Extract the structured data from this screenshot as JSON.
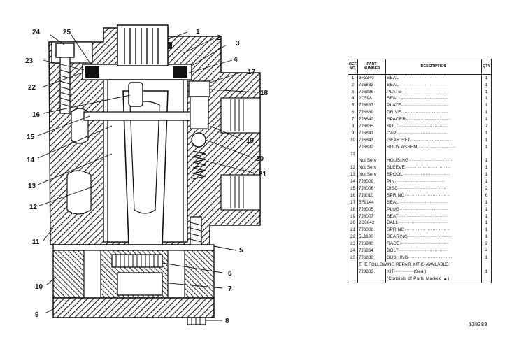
{
  "callouts": [
    "1",
    "2",
    "3",
    "4",
    "5",
    "6",
    "7",
    "8",
    "9",
    "10",
    "11",
    "12",
    "13",
    "14",
    "15",
    "16",
    "17",
    "18",
    "19",
    "20",
    "21",
    "22",
    "23",
    "24",
    "25"
  ],
  "table": {
    "headers": {
      "ref": "REF. NO.",
      "part": "PART NUMBER",
      "description": "DESCRIPTION",
      "qty": "QTY"
    },
    "rows": [
      {
        "ref": "1",
        "part": "8F3340",
        "desc": "SEAL",
        "qty": "1",
        "mark": "▲"
      },
      {
        "ref": "2",
        "part": "7J6833",
        "desc": "SEAL",
        "qty": "1",
        "mark": "▲"
      },
      {
        "ref": "3",
        "part": "7J6836",
        "desc": "PLATE",
        "qty": "1",
        "mark": ""
      },
      {
        "ref": "4",
        "part": "2D598",
        "desc": "SEAL",
        "qty": "1",
        "mark": "▲"
      },
      {
        "ref": "5",
        "part": "7J6837",
        "desc": "PLATE",
        "qty": "1",
        "mark": ""
      },
      {
        "ref": "6",
        "part": "7J6839",
        "desc": "DRIVE",
        "qty": "1",
        "mark": ""
      },
      {
        "ref": "7",
        "part": "7J6842",
        "desc": "SPACER",
        "qty": "1",
        "mark": ""
      },
      {
        "ref": "8",
        "part": "7J6835",
        "desc": "BOLT",
        "qty": "7",
        "mark": ""
      },
      {
        "ref": "9",
        "part": "7J6841",
        "desc": "CAP",
        "qty": "1",
        "mark": ""
      },
      {
        "ref": "10",
        "part": "7J6843",
        "desc": "GEAR SET",
        "qty": "1",
        "mark": ""
      },
      {
        "ref": "",
        "part": "7J6832",
        "desc": "BODY ASSEM.",
        "qty": "1",
        "mark": ""
      },
      {
        "ref": "11",
        "part": "",
        "desc": "",
        "qty": "",
        "mark": ""
      },
      {
        "ref": "",
        "part": "Not Serv",
        "desc": "HOUSING",
        "qty": "1",
        "mark": ""
      },
      {
        "ref": "12",
        "part": "Not Serv",
        "desc": "SLEEVE",
        "qty": "1",
        "mark": ""
      },
      {
        "ref": "13",
        "part": "Not Serv",
        "desc": "SPOOL",
        "qty": "1",
        "mark": ""
      },
      {
        "ref": "14",
        "part": "7J8009",
        "desc": "PIN",
        "qty": "1",
        "mark": ""
      },
      {
        "ref": "15",
        "part": "7J8006",
        "desc": "DISC",
        "qty": "2",
        "mark": ""
      },
      {
        "ref": "16",
        "part": "7J8010",
        "desc": "SPRING",
        "qty": "6",
        "mark": ""
      },
      {
        "ref": "17",
        "part": "5F9144",
        "desc": "SEAL",
        "qty": "1",
        "mark": "▲"
      },
      {
        "ref": "18",
        "part": "7J8005",
        "desc": "PLUG",
        "qty": "1",
        "mark": ""
      },
      {
        "ref": "19",
        "part": "7J8007",
        "desc": "SEAT",
        "qty": "1",
        "mark": ""
      },
      {
        "ref": "20",
        "part": "2D6642",
        "desc": "BALL",
        "qty": "1",
        "mark": ""
      },
      {
        "ref": "21",
        "part": "7J8008",
        "desc": "SPRING",
        "qty": "1",
        "mark": ""
      },
      {
        "ref": "22",
        "part": "5L1100",
        "desc": "BEARING",
        "qty": "1",
        "mark": ""
      },
      {
        "ref": "23",
        "part": "7J6840",
        "desc": "RACE",
        "qty": "2",
        "mark": ""
      },
      {
        "ref": "24",
        "part": "7J6834",
        "desc": "BOLT",
        "qty": "4",
        "mark": ""
      },
      {
        "ref": "25",
        "part": "7J6838",
        "desc": "BUSHING",
        "qty": "1",
        "mark": ""
      }
    ],
    "kit_note": "THE FOLLOWING REPAIR KIT IS AVAILABLE:",
    "kit": {
      "part": "7J9803",
      "desc": "KIT",
      "seal": "(Seal)",
      "qty": "1"
    },
    "kit_consists": "(Consists of Parts Marked ▲)"
  },
  "drawing_number": "139383"
}
